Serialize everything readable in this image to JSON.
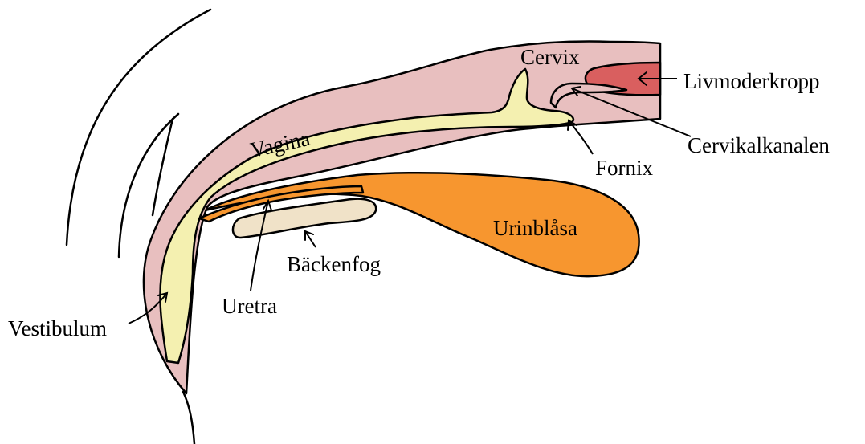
{
  "colors": {
    "wall": "#e8bfbf",
    "lumen": "#f4f0b0",
    "bladder": "#f7962f",
    "uterus": "#d95f5f",
    "bone": "#f0e2c8"
  },
  "labels": {
    "cervix": "Cervix",
    "livmoderkropp": "Livmoderkropp",
    "cervikalkanalen": "Cervikalkanalen",
    "vagina": "Vagina",
    "fornix": "Fornix",
    "urinblasa": "Urinblåsa",
    "backenfog": "Bäckenfog",
    "uretra": "Uretra",
    "vestibulum": "Vestibulum"
  }
}
